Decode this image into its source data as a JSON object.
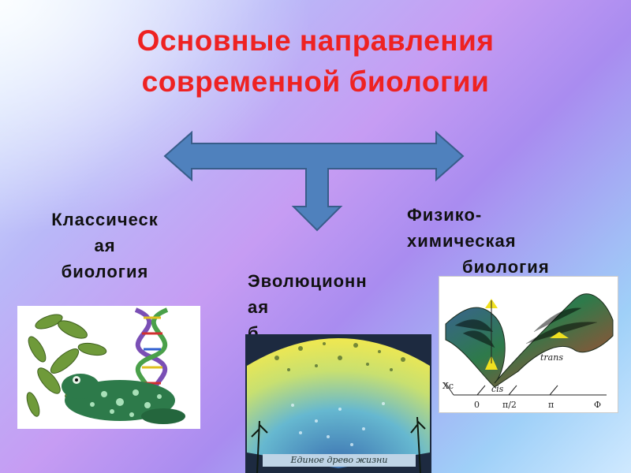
{
  "title": {
    "line1": "Основные направления",
    "line2": "современной  биологии"
  },
  "branches": [
    {
      "lines": [
        "Классическ",
        "ая",
        "биология"
      ]
    },
    {
      "lines": [
        "Эволюционн",
        "ая",
        "б..."
      ]
    },
    {
      "lines": [
        "Физико-",
        "химическая",
        "биология"
      ]
    }
  ],
  "evolution_caption": "Единое древо жизни",
  "graph_labels": {
    "trans": "trans",
    "cis": "cis",
    "xc": "Xc",
    "tick_0": "0",
    "tick_pi2": "π/2",
    "tick_pi": "π",
    "phi": "Φ"
  },
  "colors": {
    "title": "#ee2222",
    "arrow_fill": "#4f81bd",
    "arrow_stroke": "#385d8a"
  },
  "icons": [
    "leaf-dna-frog-image",
    "tree-of-life-image",
    "energy-surface-plot-image"
  ]
}
